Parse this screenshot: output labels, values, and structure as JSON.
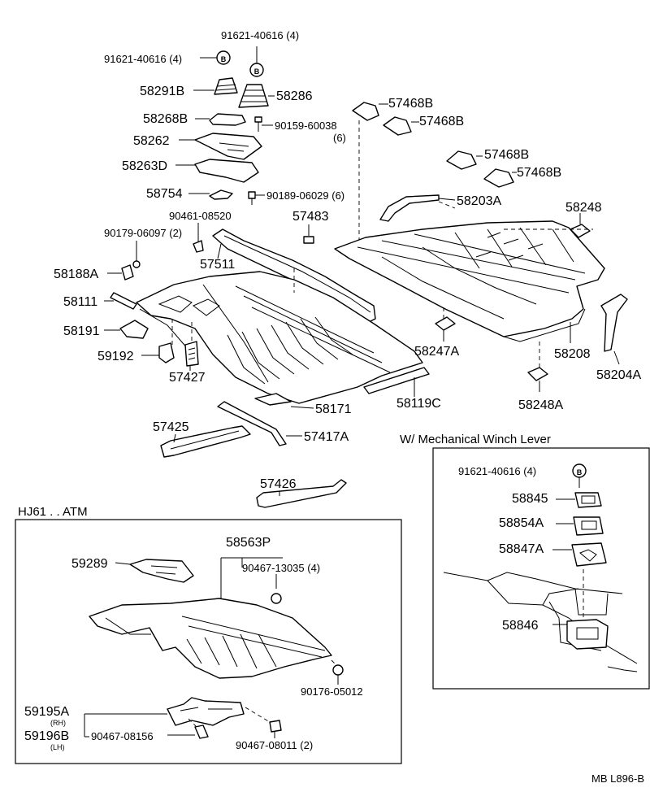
{
  "callouts": {
    "p91621_left": "91621-40616 (4)",
    "p91621_top": "91621-40616 (4)",
    "p58291B": "58291B",
    "p58286": "58286",
    "p58268B": "58268B",
    "p90159": "90159-60038",
    "p90159_qty": "(6)",
    "p58262": "58262",
    "p58263D": "58263D",
    "p58754": "58754",
    "p90189": "90189-06029 (6)",
    "p90461": "90461-08520",
    "p90179": "90179-06097 (2)",
    "p57483": "57483",
    "p57511": "57511",
    "p58188A": "58188A",
    "p58111": "58111",
    "p58191": "58191",
    "p59192": "59192",
    "p57427": "57427",
    "p58171": "58171",
    "p58119C": "58119C",
    "p57425": "57425",
    "p57417A": "57417A",
    "p57426": "57426",
    "p57468B_1": "57468B",
    "p57468B_2": "57468B",
    "p57468B_3": "57468B",
    "p57468B_4": "57468B",
    "p58203A": "58203A",
    "p58248": "58248",
    "p58247A": "58247A",
    "p58208": "58208",
    "p58204A": "58204A",
    "p58248A": "58248A"
  },
  "marker_letter": "B",
  "winch_box": {
    "title": "W/ Mechanical Winch Lever",
    "p91621": "91621-40616 (4)",
    "p58845": "58845",
    "p58854A": "58854A",
    "p58847A": "58847A",
    "p58846": "58846"
  },
  "atm_box": {
    "title": "HJ61 . . ATM",
    "p58563P": "58563P",
    "p59289": "59289",
    "p90467_13035": "90467-13035 (4)",
    "p90176": "90176-05012",
    "p59195A": "59195A",
    "rh": "(RH)",
    "p59196B": "59196B",
    "lh": "(LH)",
    "p90467_08156": "90467-08156",
    "p90467_08011": "90467-08011 (2)"
  },
  "footer": "MB   L896-B"
}
